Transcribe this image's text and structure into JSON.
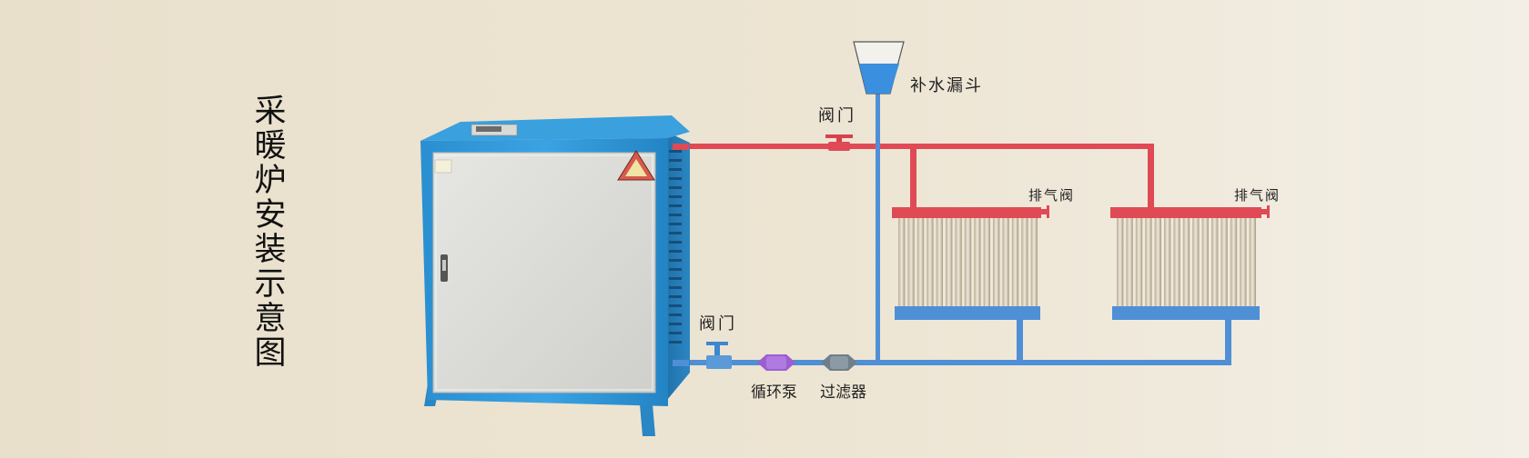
{
  "diagram": {
    "title": "采暖炉安装示意图",
    "labels": {
      "funnel": "补水漏斗",
      "valve_supply": "阀门",
      "valve_return": "阀门",
      "vent_1": "排气阀",
      "vent_2": "排气阀",
      "pump": "循环泵",
      "filter": "过滤器"
    },
    "colors": {
      "supply_pipe": "#e04a55",
      "return_pipe": "#4f8fd6",
      "boiler_frame": "#2f97d8",
      "boiler_door": "#d8d8d6",
      "funnel_water": "#3a8fde",
      "pump": "#9b5fd0",
      "filter": "#6f7f8a"
    }
  }
}
